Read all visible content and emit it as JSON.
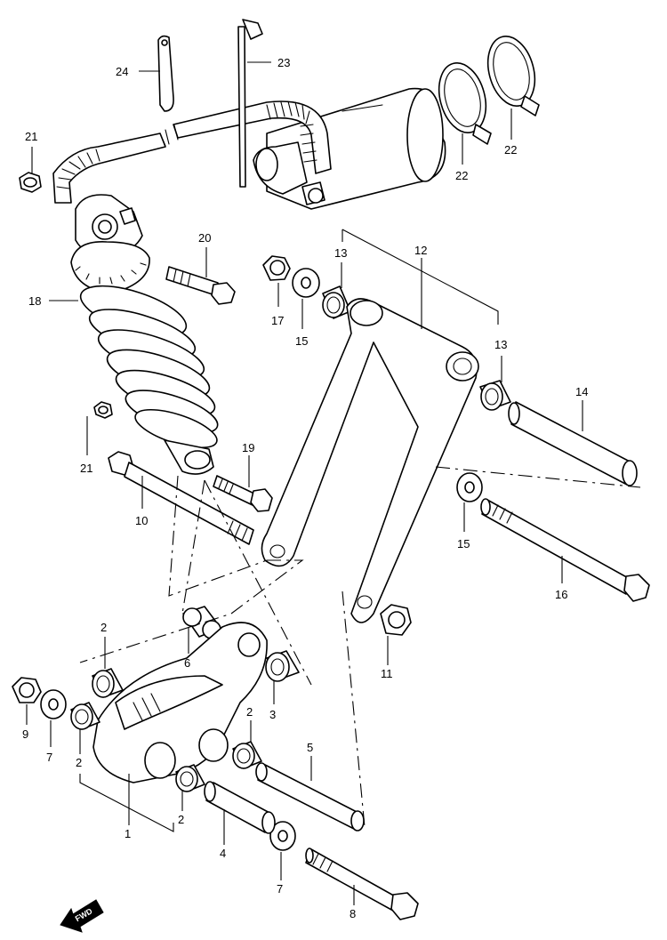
{
  "callouts": {
    "c1": "1",
    "c2a": "2",
    "c2b": "2",
    "c2c": "2",
    "c2d": "2",
    "c3": "3",
    "c4": "4",
    "c5": "5",
    "c6": "6",
    "c7a": "7",
    "c7b": "7",
    "c8": "8",
    "c9": "9",
    "c10": "10",
    "c11": "11",
    "c12": "12",
    "c13a": "13",
    "c13b": "13",
    "c14": "14",
    "c15a": "15",
    "c15b": "15",
    "c16": "16",
    "c17": "17",
    "c18": "18",
    "c19": "19",
    "c20": "20",
    "c21a": "21",
    "c21b": "21",
    "c22a": "22",
    "c22b": "22",
    "c23": "23",
    "c24": "24"
  },
  "fwd_label": "FWD"
}
